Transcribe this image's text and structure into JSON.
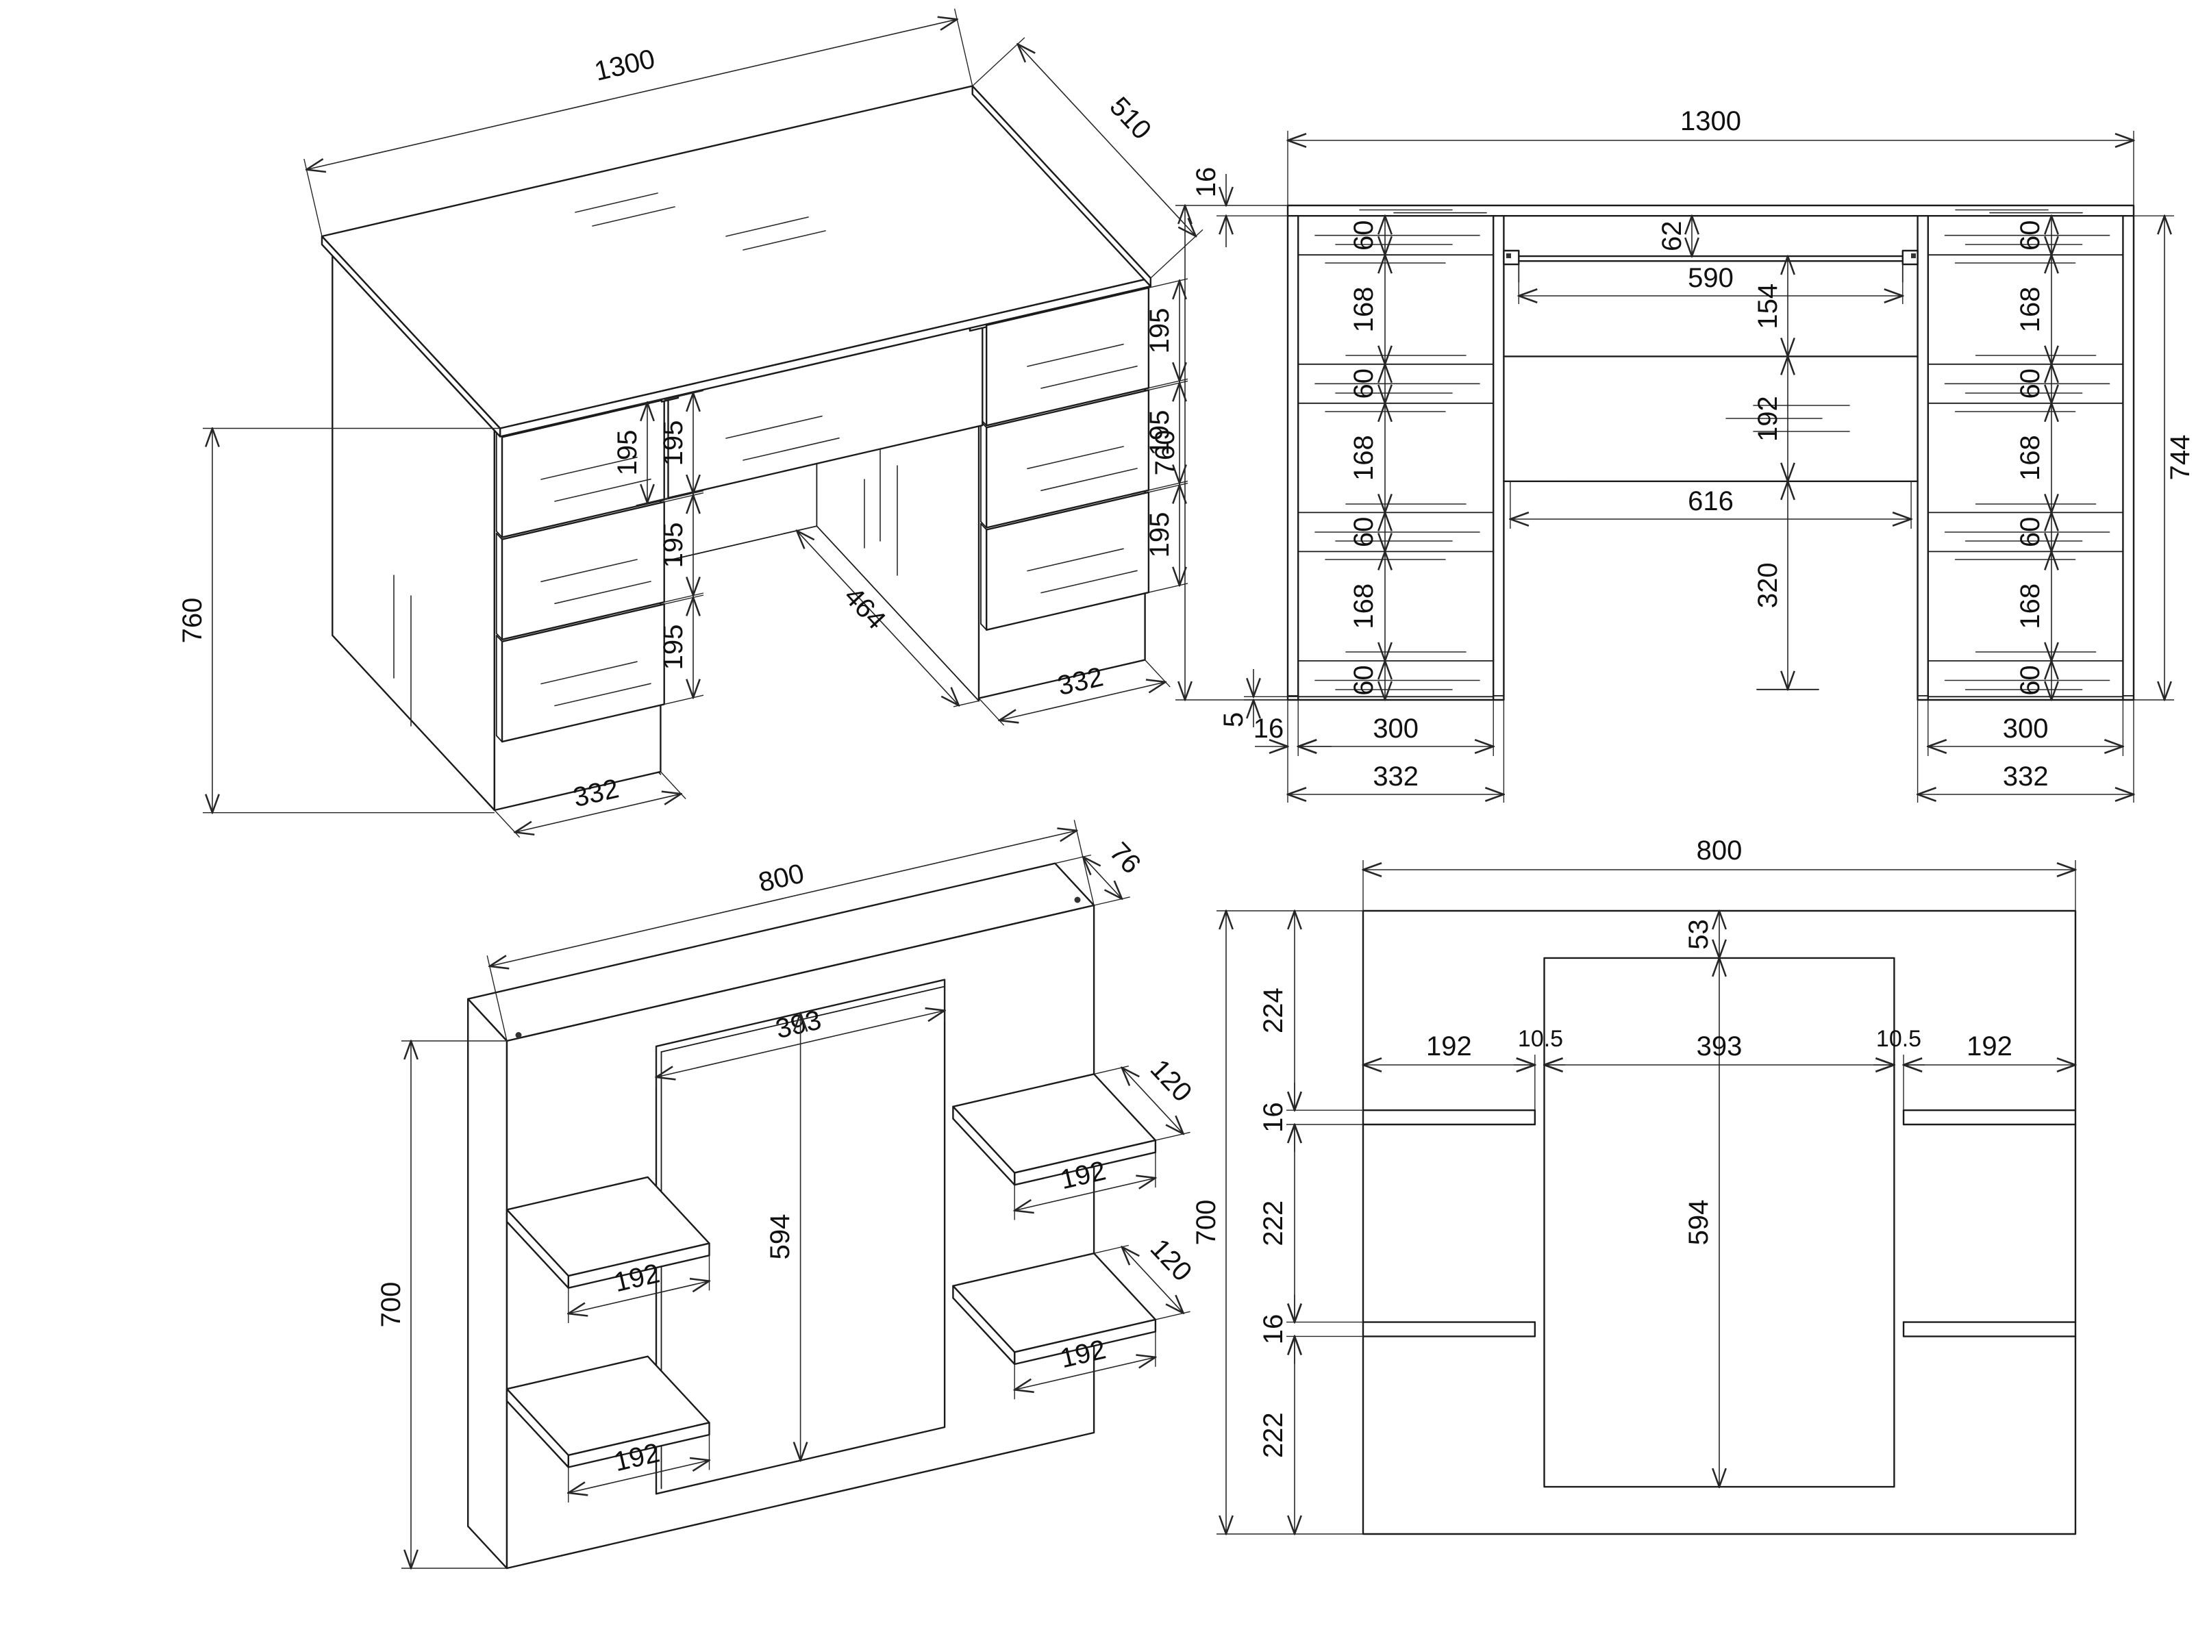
{
  "page": {
    "background": "#ffffff",
    "line_color": "#1b1b1b",
    "dim_color": "#262626"
  },
  "views": {
    "desk_iso": {
      "dims": {
        "width": "1300",
        "depth": "510",
        "height": "760",
        "keyboard_front_height": "195",
        "left_drawer_heights": [
          "195",
          "195",
          "195"
        ],
        "right_drawer_heights": [
          "195",
          "195",
          "195"
        ],
        "knee_depth": "464",
        "left_pedestal_width": "332",
        "right_pedestal_width": "332"
      }
    },
    "desk_front": {
      "dims": {
        "width": "1300",
        "top_thickness": "16",
        "overall_height": "760",
        "carcass_height": "744",
        "tray_drop": "62",
        "tray_width": "590",
        "tray_to_shelf": "154",
        "modesty_height": "192",
        "opening_width": "616",
        "opening_height": "320",
        "left_band_chain": [
          "60",
          "168",
          "60",
          "168",
          "60",
          "168",
          "60"
        ],
        "right_band_chain": [
          "60",
          "168",
          "60",
          "168",
          "60",
          "168",
          "60"
        ],
        "plinth_gap": "5",
        "panel_thickness": "16",
        "left_inner_width": "300",
        "left_pedestal_width": "332",
        "right_inner_width": "300",
        "right_pedestal_width": "332"
      }
    },
    "shelf_iso": {
      "dims": {
        "width": "800",
        "depth": "76",
        "height": "700",
        "niche_width": "393",
        "niche_height": "594",
        "left_shelf_widths": [
          "192",
          "192"
        ],
        "right_shelf_widths": [
          "192",
          "192"
        ],
        "right_shelf_depths": [
          "120",
          "120"
        ]
      }
    },
    "shelf_front": {
      "dims": {
        "width": "800",
        "height": "700",
        "niche_top_offset": "53",
        "niche_height": "594",
        "v_chain": [
          "224",
          "16",
          "222",
          "16",
          "222"
        ],
        "h_chain": [
          "192",
          "10.5",
          "393",
          "10.5",
          "192"
        ]
      }
    }
  }
}
